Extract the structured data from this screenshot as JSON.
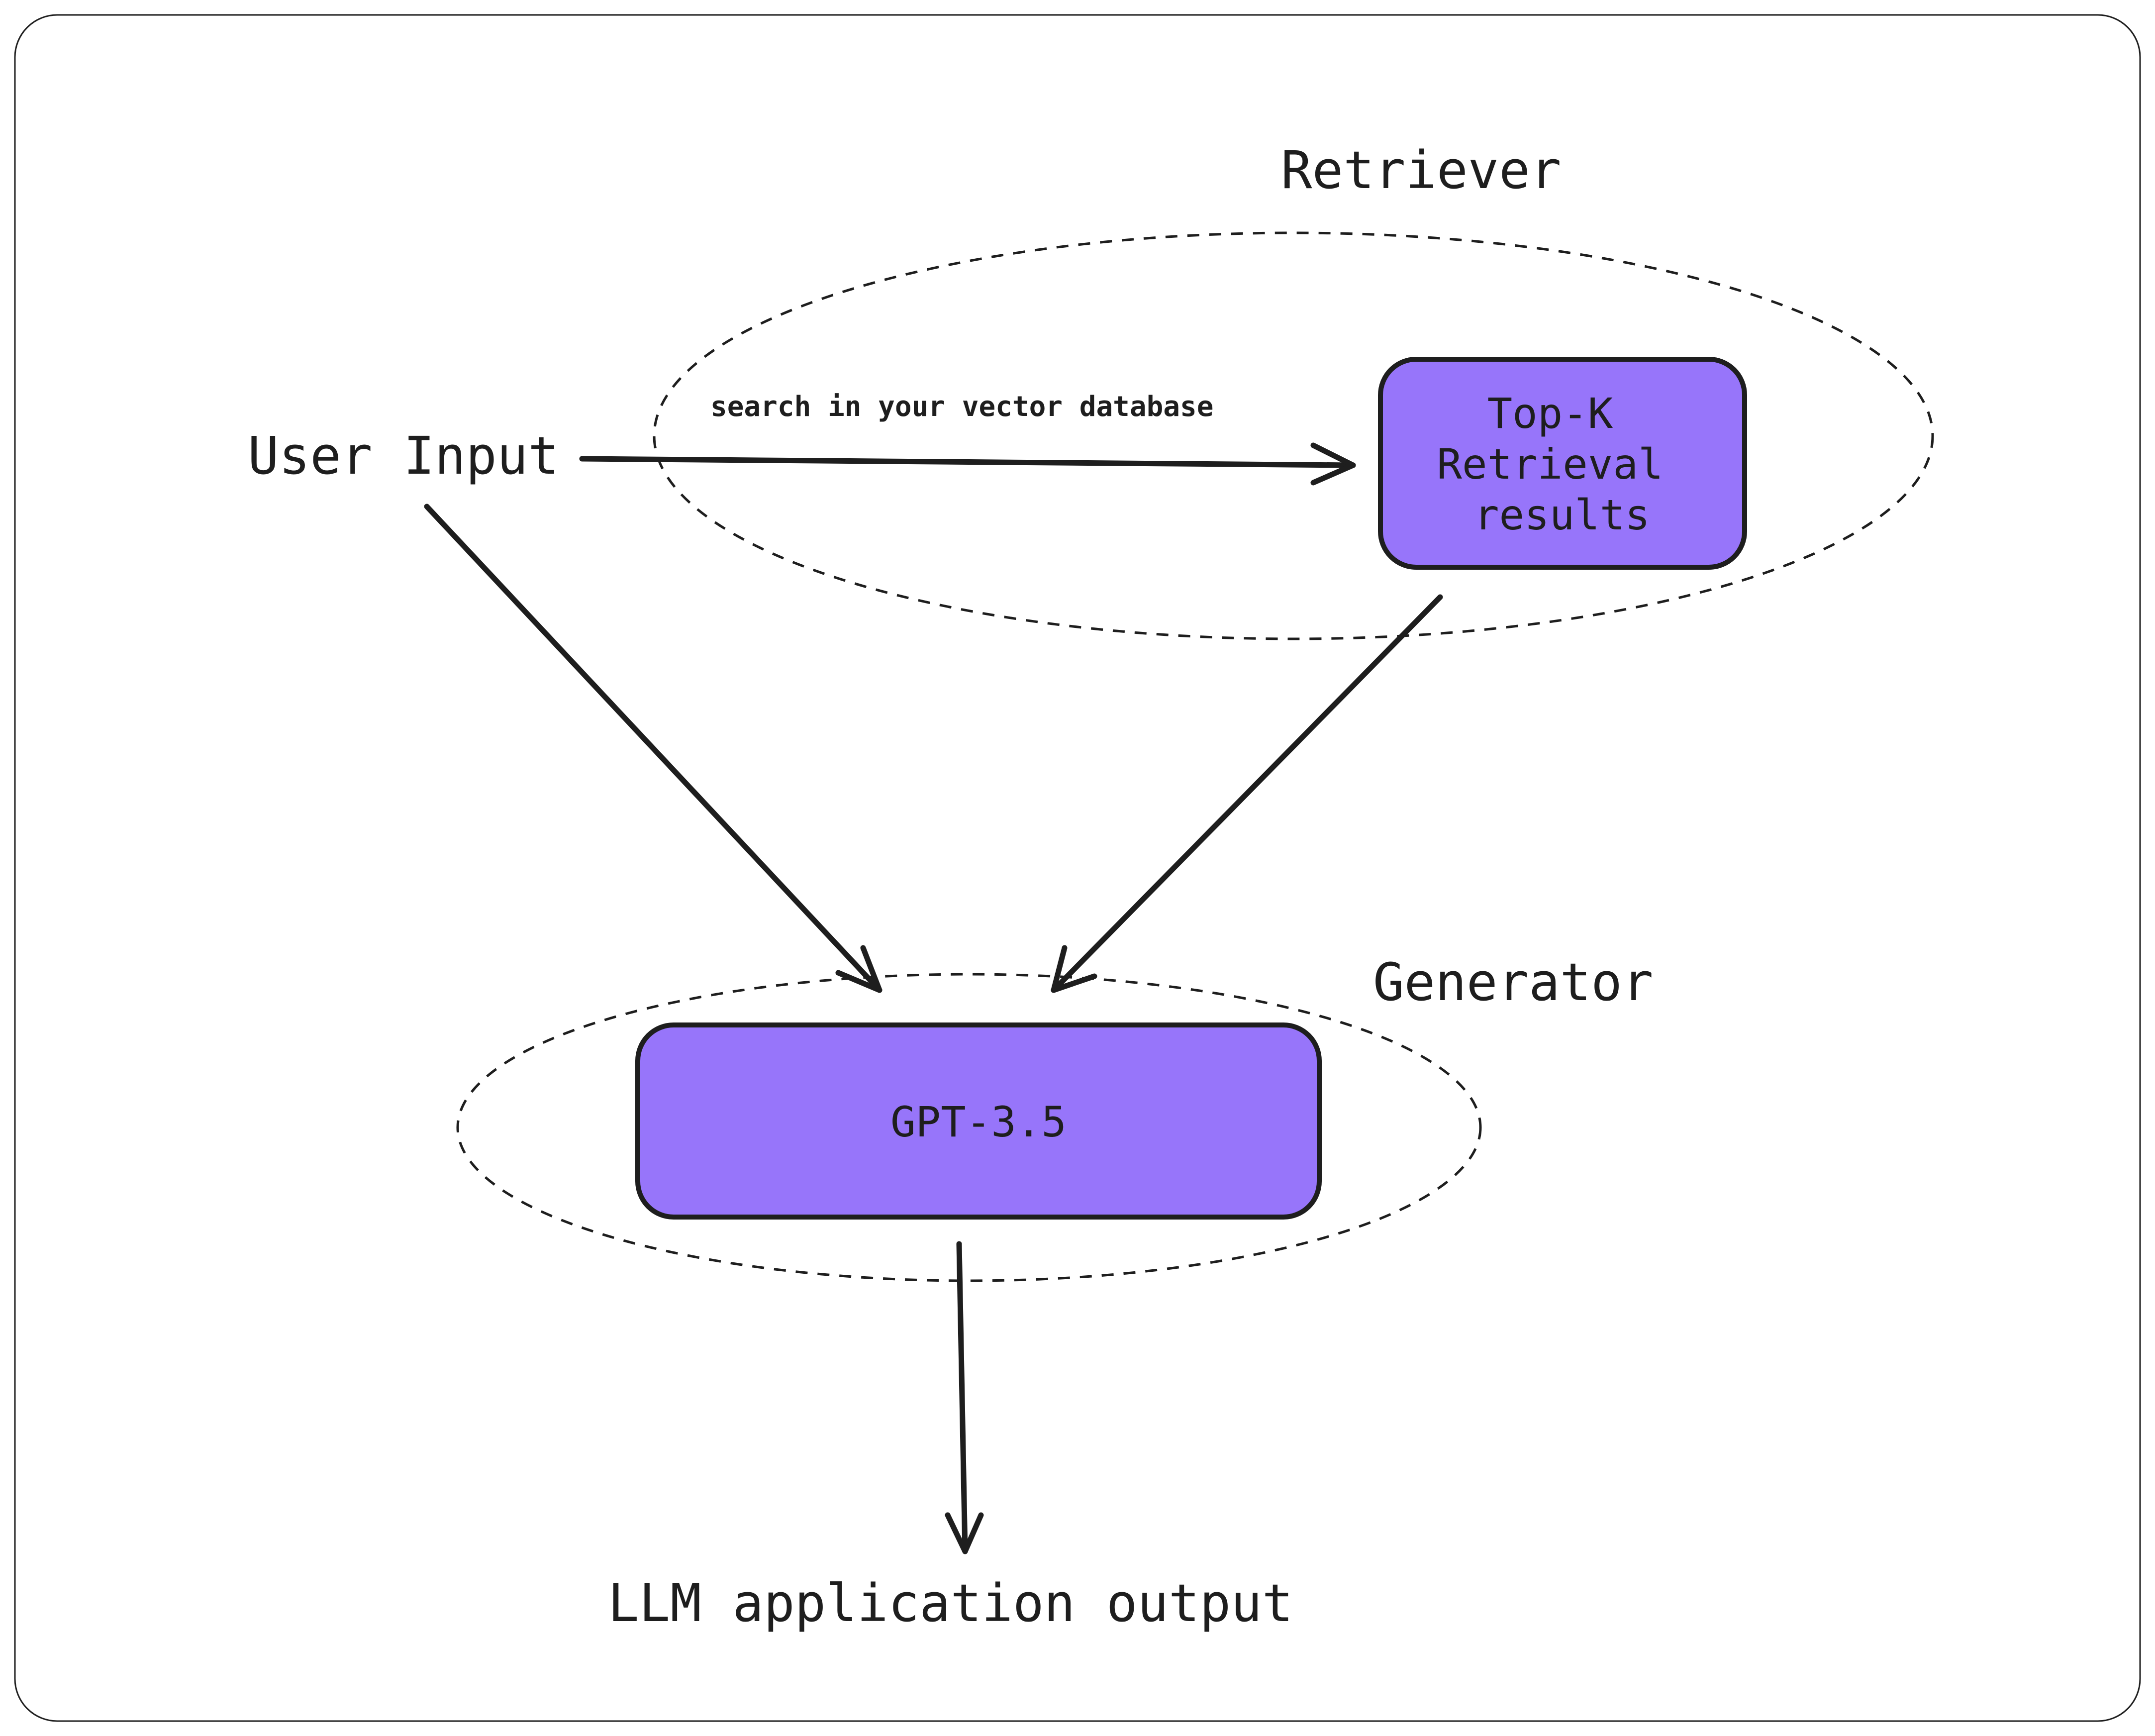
{
  "diagram": {
    "nodes": {
      "retriever_label": "Retriever",
      "user_input": "User Input",
      "search_label": "search in your vector database",
      "topk_box": [
        "Top-K",
        "Retrieval",
        "results"
      ],
      "generator_label": "Generator",
      "gpt_box": "GPT-3.5",
      "output_label": "LLM application output"
    },
    "edges": [
      {
        "from": "user_input",
        "to": "topk_box",
        "label": "search in your vector database"
      },
      {
        "from": "user_input",
        "to": "gpt_box"
      },
      {
        "from": "topk_box",
        "to": "gpt_box"
      },
      {
        "from": "gpt_box",
        "to": "output_label"
      }
    ],
    "groups": [
      {
        "label": "Retriever",
        "contains": [
          "topk_box"
        ]
      },
      {
        "label": "Generator",
        "contains": [
          "gpt_box"
        ]
      }
    ],
    "colors": {
      "box_fill": "#9775fa",
      "stroke": "#1e1e1e",
      "background": "#ffffff",
      "frame": "#1e1e1e"
    }
  }
}
